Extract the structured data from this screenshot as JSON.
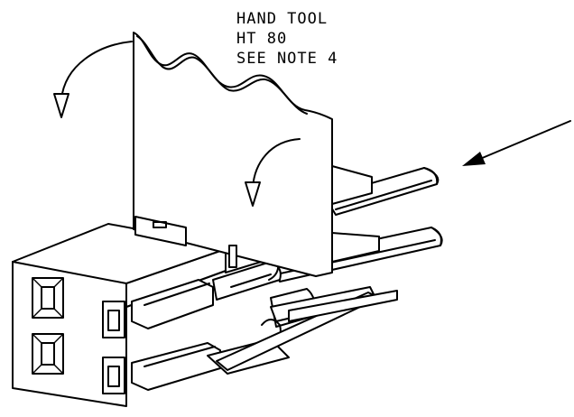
{
  "callout": {
    "lines": [
      "HAND TOOL",
      "HT 80",
      "SEE NOTE 4"
    ]
  },
  "icons": [
    "curved-arrow",
    "curved-arrow",
    "direction-arrow"
  ],
  "colors": {
    "line": "#000000",
    "background": "#ffffff"
  }
}
